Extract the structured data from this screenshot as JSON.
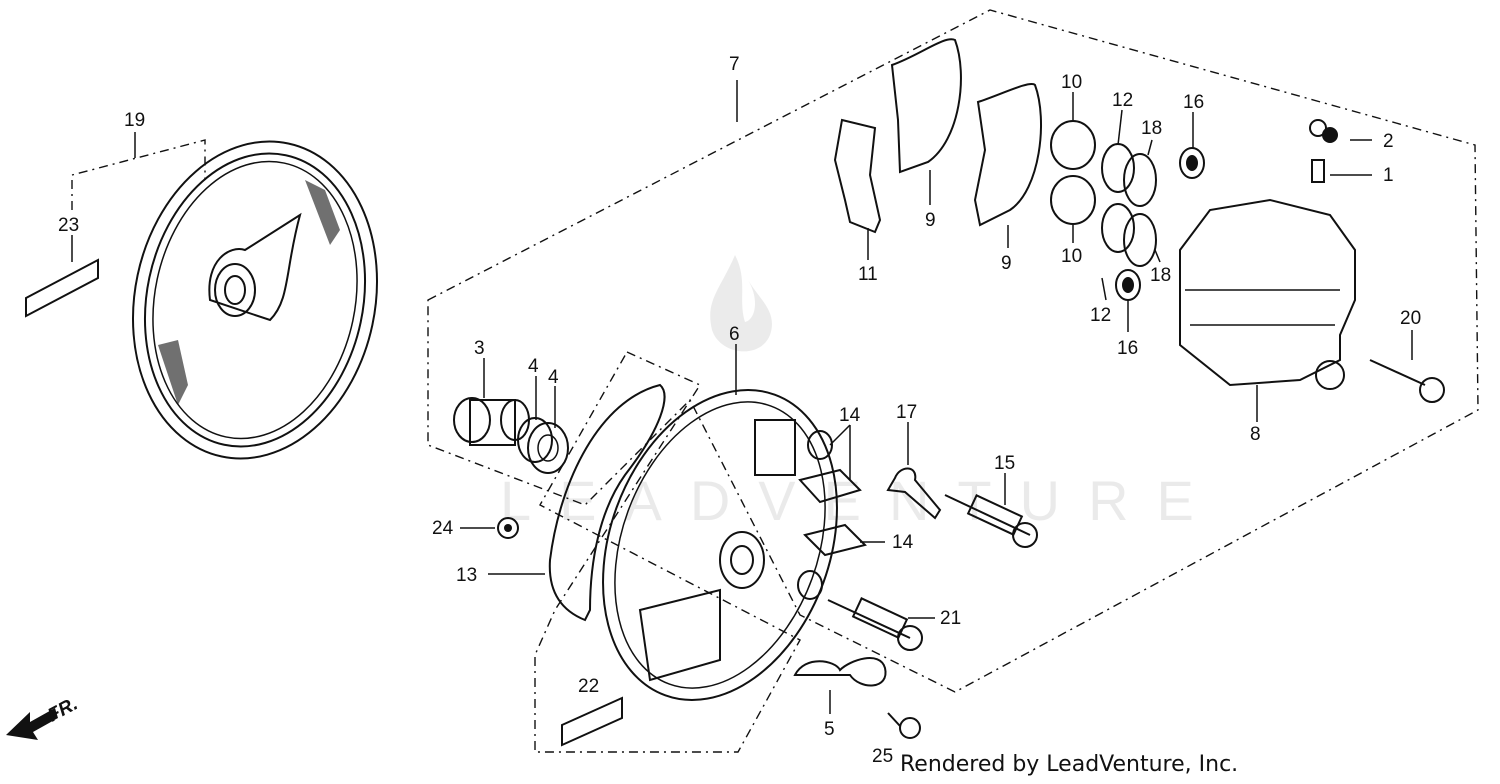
{
  "callouts": {
    "c1": "1",
    "c2": "2",
    "c3": "3",
    "c4a": "4",
    "c4b": "4",
    "c5": "5",
    "c6": "6",
    "c7": "7",
    "c8": "8",
    "c9a": "9",
    "c9b": "9",
    "c10a": "10",
    "c10b": "10",
    "c11": "11",
    "c12a": "12",
    "c12b": "12",
    "c13": "13",
    "c14a": "14",
    "c14b": "14",
    "c15": "15",
    "c16a": "16",
    "c16b": "16",
    "c17": "17",
    "c18a": "18",
    "c18b": "18",
    "c19": "19",
    "c20": "20",
    "c21": "21",
    "c22": "22",
    "c23": "23",
    "c24": "24",
    "c25": "25"
  },
  "direction_label": "FR.",
  "credit": "Rendered by LeadVenture, Inc.",
  "watermark_text": "LEADVENTURE"
}
